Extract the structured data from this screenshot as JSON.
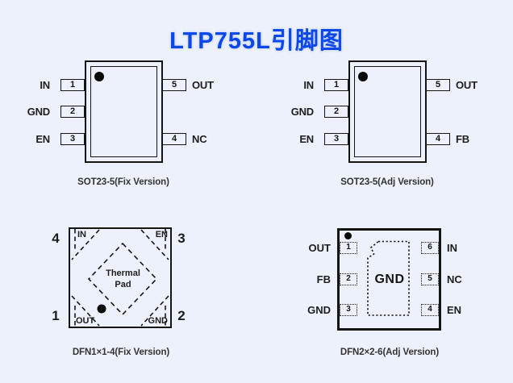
{
  "title": "LTP755L引脚图",
  "colors": {
    "accent": "#0c47e8",
    "line": "#141414",
    "background": "#edf1fb"
  },
  "sot23_fix": {
    "caption": "SOT23-5(Fix Version)",
    "pins": {
      "p1": {
        "num": "1",
        "label": "IN"
      },
      "p2": {
        "num": "2",
        "label": "GND"
      },
      "p3": {
        "num": "3",
        "label": "EN"
      },
      "p5": {
        "num": "5",
        "label": "OUT"
      },
      "p4": {
        "num": "4",
        "label": "NC"
      }
    }
  },
  "sot23_adj": {
    "caption": "SOT23-5(Adj Version)",
    "pins": {
      "p1": {
        "num": "1",
        "label": "IN"
      },
      "p2": {
        "num": "2",
        "label": "GND"
      },
      "p3": {
        "num": "3",
        "label": "EN"
      },
      "p5": {
        "num": "5",
        "label": "OUT"
      },
      "p4": {
        "num": "4",
        "label": "FB"
      }
    }
  },
  "dfn4": {
    "caption": "DFN1×1-4(Fix Version)",
    "thermal_pad": {
      "line1": "Thermal",
      "line2": "Pad"
    },
    "corners": {
      "top_left": {
        "num": "4",
        "label": "IN"
      },
      "top_right": {
        "num": "3",
        "label": "EN"
      },
      "bottom_left": {
        "num": "1",
        "label": "OUT"
      },
      "bottom_right": {
        "num": "2",
        "label": "GND"
      }
    }
  },
  "dfn6": {
    "caption": "DFN2×2-6(Adj Version)",
    "center_pad": "GND",
    "left_pins": {
      "p1": {
        "num": "1",
        "label": "OUT"
      },
      "p2": {
        "num": "2",
        "label": "FB"
      },
      "p3": {
        "num": "3",
        "label": "GND"
      }
    },
    "right_pins": {
      "p6": {
        "num": "6",
        "label": "IN"
      },
      "p5": {
        "num": "5",
        "label": "NC"
      },
      "p4": {
        "num": "4",
        "label": "EN"
      }
    }
  }
}
